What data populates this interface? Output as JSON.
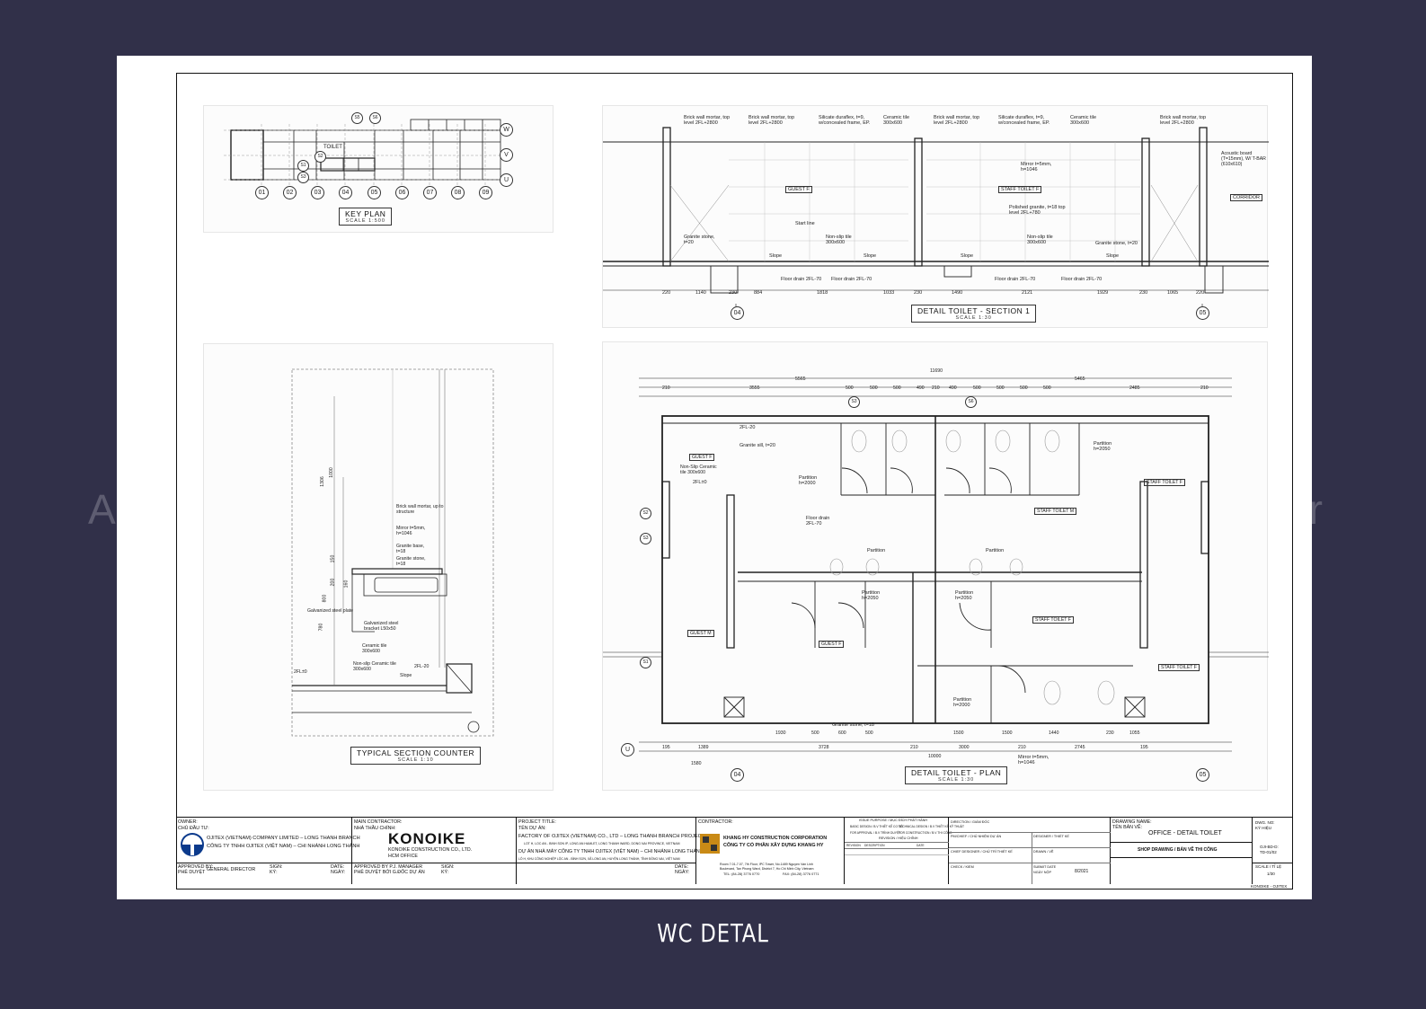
{
  "caption": "WC DETAL",
  "watermark": {
    "left": "A",
    "right": "er"
  },
  "colors": {
    "background": "#313049",
    "sheet": "#ffffff",
    "line": "#1a1a1a"
  },
  "key_plan": {
    "title": "KEY PLAN",
    "scale": "SCALE 1:500",
    "room_label": "TOILET",
    "grid_numbers": [
      "01",
      "02",
      "03",
      "04",
      "05",
      "06",
      "07",
      "08",
      "09"
    ],
    "grid_letters": [
      "W",
      "V",
      "U"
    ],
    "markers": [
      "S5",
      "S6",
      "S1",
      "S2",
      "S3"
    ]
  },
  "section1": {
    "title": "DETAIL TOILET - SECTION 1",
    "scale": "SCALE 1:30",
    "notes": [
      "Brick wall mortar, top level 2FL+2800",
      "Brick wall mortar, top level 2FL+2800",
      "Silicate duraflex, t=9, w/concealed frame, EP.",
      "Ceramic tile 300x600",
      "Brick wall mortar, top level 2FL+2800",
      "Silicate duraflex, t=9, w/concealed frame, EP.",
      "Ceramic tile 300x600",
      "Brick wall mortar, top level 2FL+2800",
      "Acoustic board (T=15mm), W/ T-BAR (610x610)",
      "CORRIDOR",
      "GUEST F",
      "STAFF TOILET F",
      "Mirror t=5mm, h=1046",
      "Polished granite, t=18 top level 2FL+780",
      "Granite stone, t=20",
      "Non-slip tile 300x600",
      "Non-slip tile 300x600",
      "Granite stone, t=20",
      "Start line",
      "Slope",
      "Slope",
      "Slope",
      "Slope",
      "Floor drain 2FL-70",
      "Floor drain 2FL-70",
      "Floor drain 2FL-70",
      "Floor drain 2FL-70"
    ],
    "dims": [
      "220",
      "1140",
      "230",
      "884",
      "1818",
      "1033",
      "230",
      "1490",
      "2121",
      "1929",
      "230",
      "1065",
      "220"
    ],
    "grid": [
      "04",
      "05"
    ]
  },
  "counter": {
    "title": "TYPICAL SECTION COUNTER",
    "scale": "SCALE 1:10",
    "notes": [
      "Brick wall mortar, up to structure",
      "Mirror t=5mm, h=1046",
      "Granite base, t=18",
      "Granite stone, t=18",
      "Galvanized steel plate",
      "Galvanized steel bracket L50x50",
      "Ceramic tile 300x600",
      "Non-slip Ceramic tile 300x600",
      "2FL-20",
      "2FL±0",
      "Slope"
    ],
    "dims": [
      "1306",
      "1000",
      "150",
      "200",
      "800",
      "160",
      "780"
    ]
  },
  "plan": {
    "title": "DETAIL TOILET - PLAN",
    "scale": "SCALE 1:30",
    "top_dims": [
      "11690",
      "5565",
      "5465",
      "210",
      "3555",
      "500",
      "500",
      "500",
      "490",
      "210",
      "490",
      "500",
      "500",
      "500",
      "500",
      "2485",
      "210"
    ],
    "bottom_dims": [
      "195",
      "1389",
      "3728",
      "210",
      "3000",
      "210",
      "2745",
      "195",
      "1930",
      "500",
      "600",
      "500",
      "1500",
      "1500",
      "1440",
      "230",
      "1055",
      "10000",
      "1580"
    ],
    "labels": [
      "GUEST F",
      "GUEST M",
      "GUEST F",
      "STAFF TOILET M",
      "STAFF TOILET F",
      "STAFF TOILET F",
      "STAFF TOILET F",
      "Partition h=2000",
      "Partition h=2050",
      "Partition h=2050",
      "Partition h=2050",
      "Partition h=2000",
      "Partition",
      "Partition",
      "Granite sill, t=20",
      "Granite stone, t=18",
      "Non-Slip Ceramic tile 300x600",
      "Floor drain 2FL-70",
      "Mirror t=5mm, h=1046",
      "2FL-20",
      "2FL±0"
    ],
    "grid": [
      "04",
      "05",
      "U"
    ],
    "markers": [
      "S3",
      "S6",
      "S2",
      "S3",
      "S1"
    ]
  },
  "title_block": {
    "owner_label": "OWNER:",
    "owner_label_vn": "CHỦ ĐẦU TƯ:",
    "owner_en": "OJITEX (VIETNAM) COMPANY LIMITED – LONG THANH BRANCH",
    "owner_vn": "CÔNG TY TNHH OJITEX (VIỆT NAM) – CHI NHÁNH LONG THÀNH",
    "approved": "APPROVED BY:",
    "approved_vn": "PHÊ DUYỆT",
    "general_director": "GENERAL DIRECTOR",
    "sign": "SIGN:",
    "sign_vn": "KÝ:",
    "date": "DATE:",
    "date_vn": "NGÀY:",
    "main_contractor_label": "MAIN CONTRACTOR:",
    "main_contractor_vn": "NHÀ THẦU CHÍNH:",
    "konoike": "KONOIKE",
    "konoike_sub": "KONOIKE CONSTRUCTION CO., LTD.",
    "konoike_office": "HCM OFFICE",
    "approved_pm": "APPROVED BY P.J. MANAGER",
    "approved_pm_vn": "PHÊ DUYỆT BỞI G.ĐỐC DỰ ÁN",
    "project_label": "PROJECT TITLE:",
    "project_label_vn": "TÊN DỰ ÁN:",
    "project_en": "FACTORY OF OJITEX (VIETNAM) CO., LTD – LONG THANH BRANCH PROJECT",
    "project_addr_en": "LOT H, LOC AN - BINH SON IP, LONG AN HAMLET, LONG THANH WARD, DONG NAI PROVINCE, VIETNAM",
    "project_vn": "DỰ ÁN NHÀ MÁY CÔNG TY TNHH OJITEX (VIỆT NAM) – CHI NHÁNH LONG THÀNH",
    "project_addr_vn": "LÔ H, KHU CÔNG NGHIỆP LỘC AN - BÌNH SƠN, XÃ LONG AN, HUYỆN LONG THÀNH, TỈNH ĐỒNG NAI, VIỆT NAM",
    "contractor_label": "CONTRACTOR:",
    "contractor_en": "KHANG HY CONSTRUCTION CORPORATION",
    "contractor_vn": "CÔNG TY CỔ PHẦN XÂY DỰNG KHANG HY",
    "contractor_addr1": "Room 7.01-7.07, 7th Floor, IPC Tower, No.1489 Nguyen Van Linh",
    "contractor_addr2": "Boulevard, Tan Phong Ward, District 7, Ho Chi Minh City, Vietnam",
    "contractor_tel": "TEL: (84-28) 3776 0770",
    "contractor_fax": "FAX: (84-28) 3776 0771",
    "issue_purpose": "ISSUE PURPOSE / MỤC ĐÍCH PHÁT HÀNH",
    "issue_items": [
      "BASIC DESIGN / B.V THIẾT KẾ CƠ SỞ",
      "TECHNICAL DESIGN / B.V THIẾT KẾ KỸ THUẬT",
      "FOR APPROVAL / B.V TRÌNH DUYỆT",
      "FOR CONSTRUCTION / B.V THI CÔNG"
    ],
    "revision": "REVISION / HIỆU CHỈNH",
    "rev_cols": [
      "REVISION",
      "DESCRIPTION",
      "DATE"
    ],
    "direction": "DIRECTION / GIÁM ĐỐC",
    "pm": "PM/CHIEF / CHỦ NHIỆM DỰ ÁN",
    "designer": "DESIGNER / THIẾT KẾ",
    "chief_designer": "CHIEF DESIGNER / CHỦ TRÌ THIẾT KẾ",
    "drawn": "DRAWN / VẼ",
    "check": "CHECK / KIỂM",
    "submit_date": "SUBMIT DATE",
    "submit_vn": "NGÀY NỘP",
    "submit_value": "8/2021",
    "drawing_name_label": "DRAWING NAME:",
    "drawing_name_vn": "TÊN BẢN VẼ:",
    "drawing_name": "OFFICE - DETAIL TOILET",
    "shop_drawing": "SHOP DRAWING / BẢN VẼ THI CÔNG",
    "dwg_no": "DWG. NO:",
    "dwg_no_vn": "KÝ HIỆU",
    "dwg_code1": "OJI-BD-D:",
    "dwg_code2": "TD-01/02",
    "scale_label": "SCALE / TỈ LỆ",
    "scale_value": "1/30",
    "footer": "KONOIKE - OJITEX"
  }
}
